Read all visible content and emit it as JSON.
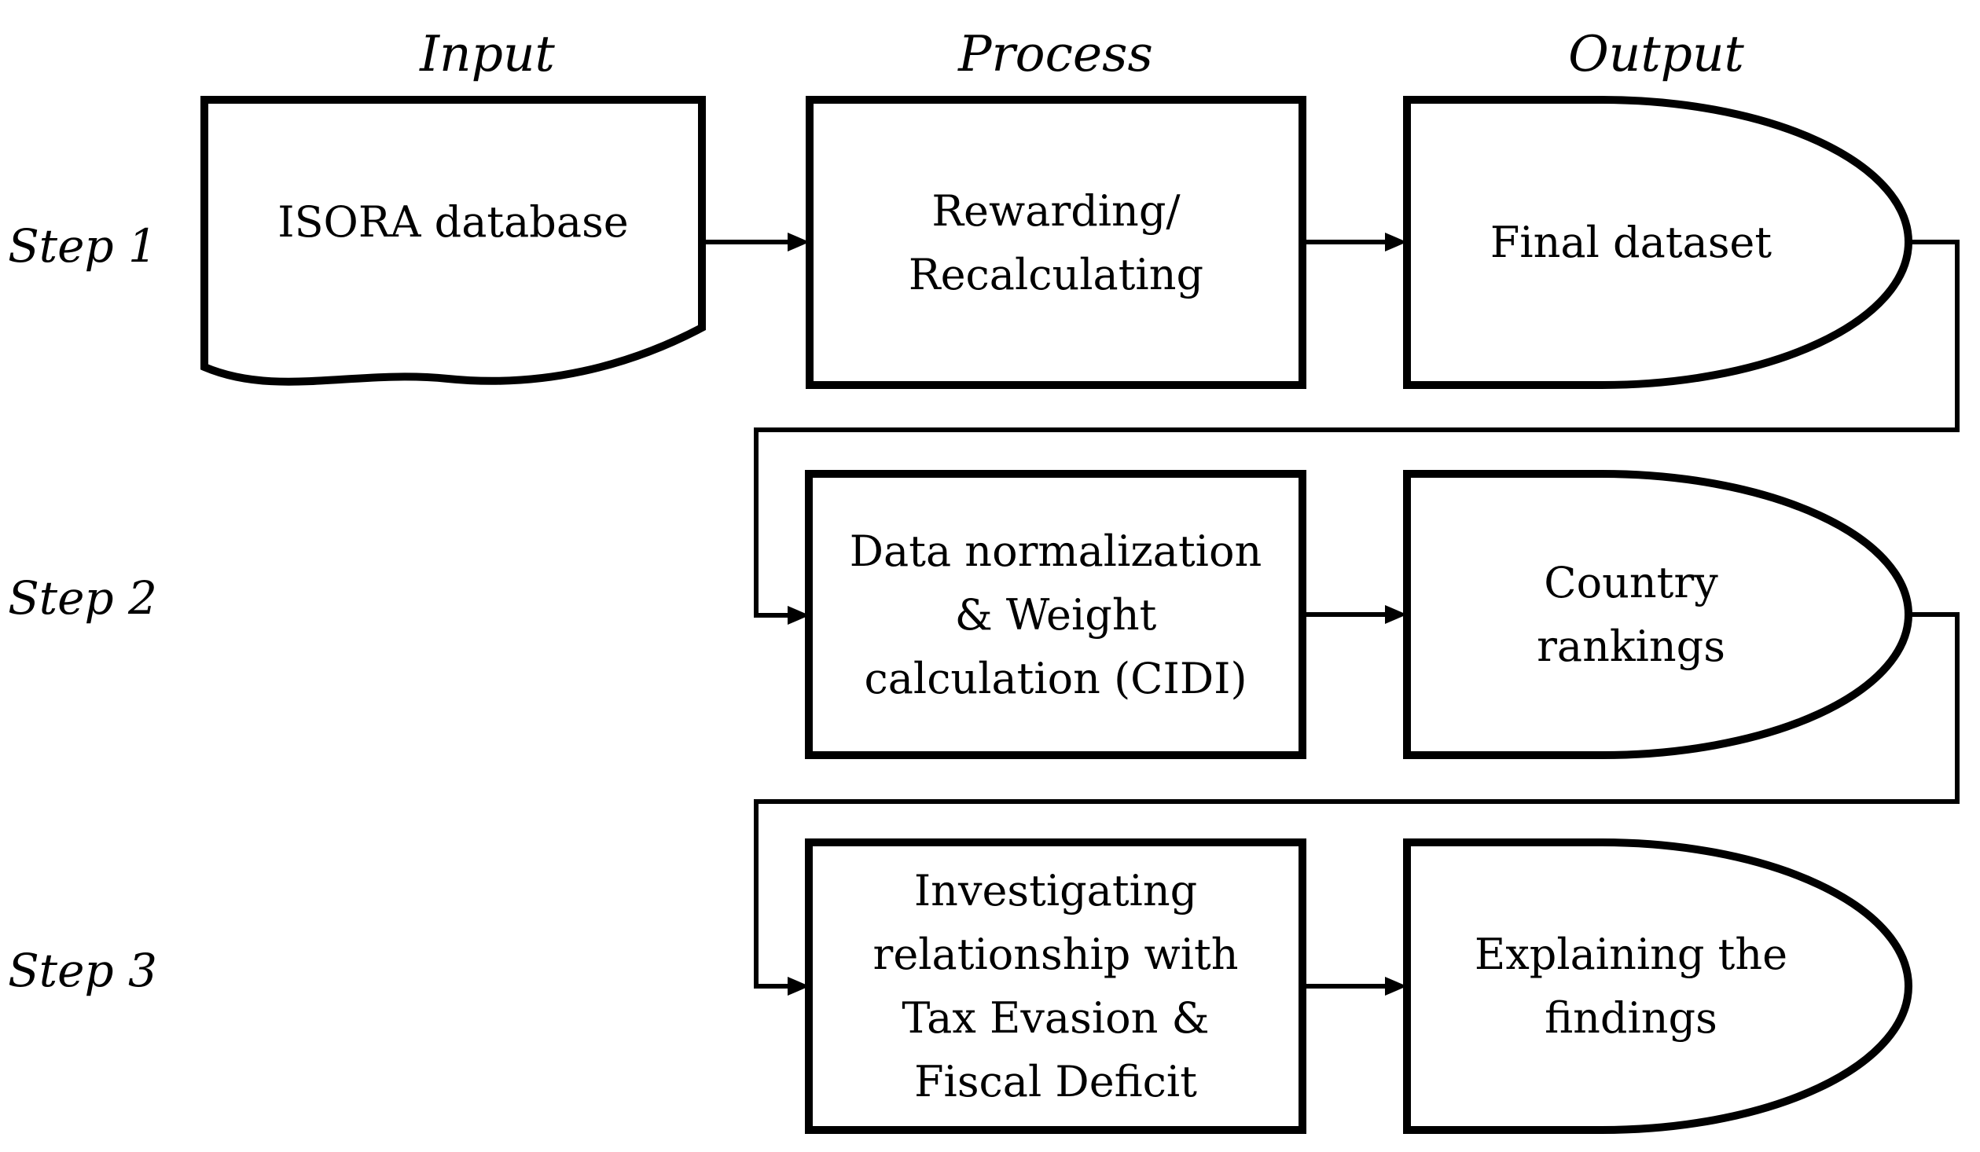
{
  "figure": {
    "background_color": "#ffffff",
    "line_color": "#000000",
    "text_color": "#000000"
  },
  "columns": {
    "input": "Input",
    "process": "Process",
    "output": "Output"
  },
  "steps": {
    "items": [
      {
        "label": "Step 1"
      },
      {
        "label": "Step 2"
      },
      {
        "label": "Step 3"
      }
    ]
  },
  "nodes": {
    "isora": {
      "label": "ISORA database",
      "shape": "document",
      "column": "input",
      "step": "Step 1"
    },
    "rewarding": {
      "label": "Rewarding/\nRecalculating",
      "shape": "process",
      "column": "process",
      "step": "Step 1"
    },
    "final_dataset": {
      "label": "Final dataset",
      "shape": "delay",
      "column": "output",
      "step": "Step 1"
    },
    "normalization": {
      "label": "Data normalization\n& Weight\ncalculation (CIDI)",
      "shape": "process",
      "column": "process",
      "step": "Step 2"
    },
    "country_rankings": {
      "label": "Country\nrankings",
      "shape": "delay",
      "column": "output",
      "step": "Step 2"
    },
    "investigating": {
      "label": "Investigating\nrelationship with\nTax Evasion &\nFiscal Deficit",
      "shape": "process",
      "column": "process",
      "step": "Step 3"
    },
    "explaining": {
      "label": "Explaining the\nfindings",
      "shape": "delay",
      "column": "output",
      "step": "Step 3"
    }
  },
  "edges": [
    {
      "from": "isora",
      "to": "rewarding"
    },
    {
      "from": "rewarding",
      "to": "final_dataset"
    },
    {
      "from": "final_dataset",
      "to": "normalization"
    },
    {
      "from": "normalization",
      "to": "country_rankings"
    },
    {
      "from": "country_rankings",
      "to": "investigating"
    },
    {
      "from": "investigating",
      "to": "explaining"
    }
  ]
}
